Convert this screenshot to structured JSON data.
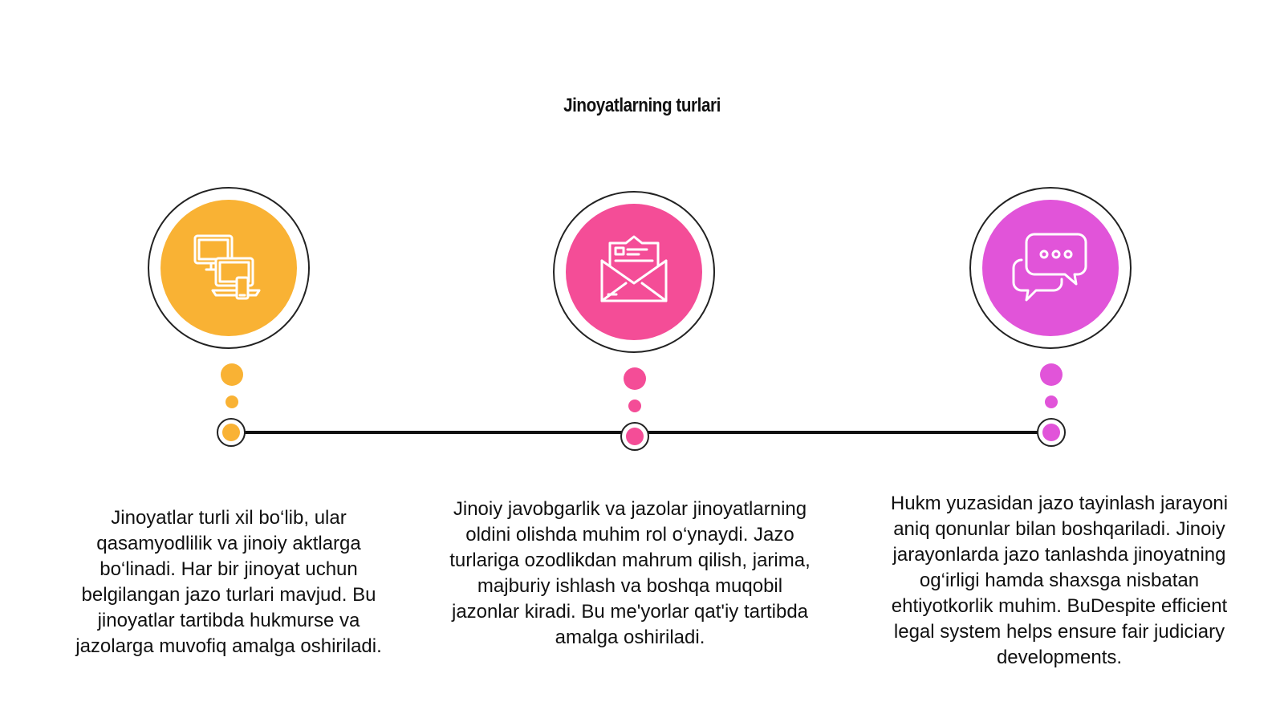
{
  "title": "Jinoyatlarning turlari",
  "colors": {
    "step1": "#F9B234",
    "step2": "#F44D97",
    "step3": "#E154D9",
    "line": "#111111"
  },
  "steps": [
    {
      "icon": "devices-icon",
      "text": "Jinoyatlar turli xil bo‘lib, ular qasamyodlilik va jinoiy aktlarga bo‘linadi. Har bir jinoyat uchun belgilangan jazo turlari mavjud. Bu jinoyatlar tartibda hukmurse va jazolarga muvofiq amalga oshiriladi."
    },
    {
      "icon": "envelope-letter-icon",
      "text": "Jinoiy javobgarlik va jazolar jinoyatlarning oldini olishda muhim rol o‘ynaydi. Jazo turlariga ozodlikdan mahrum qilish, jarima, majburiy ishlash va boshqa muqobil jazonlar kiradi. Bu me'yorlar qat'iy tartibda amalga oshiriladi."
    },
    {
      "icon": "chat-bubbles-icon",
      "text": "Hukm yuzasidan jazo tayinlash jarayoni aniq qonunlar bilan boshqariladi. Jinoiy jarayonlarda jazo tanlashda jinoyatning og‘irligi hamda shaxsga nisbatan ehtiyotkorlik muhim. BuDespite efficient legal system helps ensure fair judiciary developments."
    }
  ]
}
